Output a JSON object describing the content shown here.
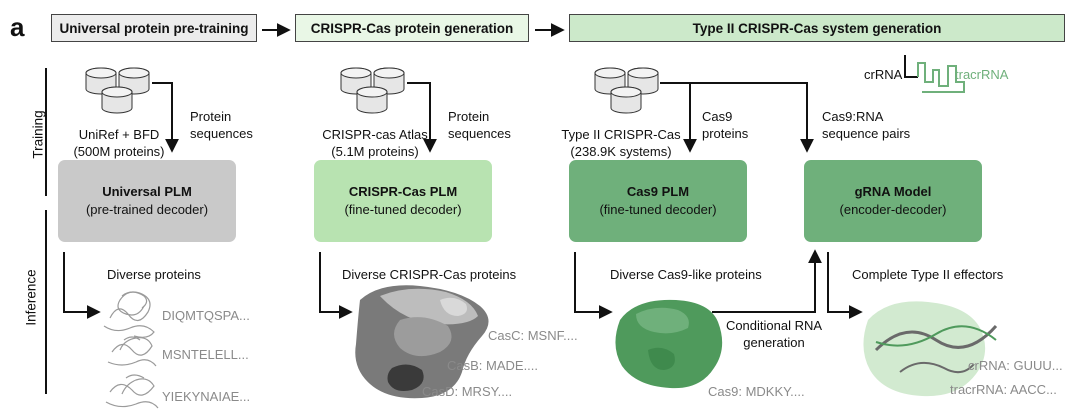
{
  "panel_letter": "a",
  "stages": [
    "Universal protein pre-training",
    "CRISPR-Cas protein generation",
    "Type II CRISPR-Cas system generation"
  ],
  "side_labels": {
    "training": "Training",
    "inference": "Inference"
  },
  "rna_labels": {
    "crrna": "crRNA",
    "tracrrna": "tracrRNA"
  },
  "datasets": {
    "d1": {
      "line1": "UniRef + BFD",
      "line2": "(500M proteins)"
    },
    "d2": {
      "line1": "CRISPR-cas Atlas",
      "line2": "(5.1M proteins)"
    },
    "d3": {
      "line1": "Type II CRISPR-Cas",
      "line2": "(238.9K systems)"
    }
  },
  "edge_labels": {
    "e1": {
      "line1": "Protein",
      "line2": "sequences"
    },
    "e2": {
      "line1": "Protein",
      "line2": "sequences"
    },
    "e3": {
      "line1": "Cas9",
      "line2": "proteins"
    },
    "e4": {
      "line1": "Cas9:RNA",
      "line2": "sequence pairs"
    },
    "e5": {
      "line1": "Conditional RNA",
      "line2": "generation"
    }
  },
  "models": [
    {
      "name": "Universal PLM",
      "sub": "(pre-trained decoder)",
      "color": "#c9c9c9"
    },
    {
      "name": "CRISPR-Cas PLM",
      "sub": "(fine-tuned decoder)",
      "color": "#b8e3b1"
    },
    {
      "name": "Cas9 PLM",
      "sub": "(fine-tuned decoder)",
      "color": "#6fb07b"
    },
    {
      "name": "gRNA Model",
      "sub": "(encoder-decoder)",
      "color": "#6fb07b"
    }
  ],
  "outputs": [
    "Diverse proteins",
    "Diverse CRISPR-Cas proteins",
    "Diverse Cas9-like proteins",
    "Complete Type II effectors"
  ],
  "sequences": {
    "s1": "DIQMTQSPA...",
    "s2": "MSNTELELL...",
    "s3": "YIEKYNAIAE...",
    "casc": "CasC: MSNF....",
    "casb": "CasB: MADE....",
    "casd": "CasD: MRSY....",
    "cas9": "Cas9: MDKKY....",
    "crrna_seq": "crRNA: GUUU...",
    "tracr_seq": "tracrRNA: AACC..."
  }
}
